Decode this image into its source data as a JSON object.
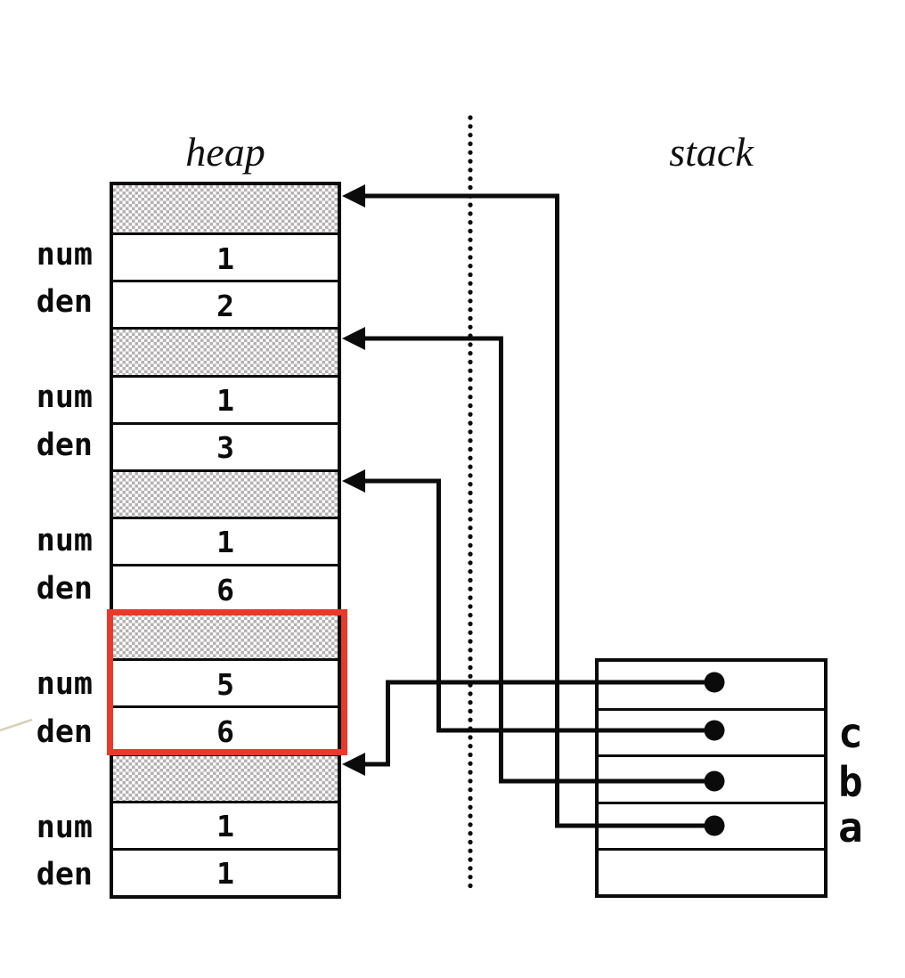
{
  "titles": {
    "heap": "heap",
    "stack": "stack"
  },
  "heap": {
    "rows": [
      {
        "kind": "header"
      },
      {
        "kind": "field",
        "label": "num",
        "value": "1"
      },
      {
        "kind": "field",
        "label": "den",
        "value": "2"
      },
      {
        "kind": "header"
      },
      {
        "kind": "field",
        "label": "num",
        "value": "1"
      },
      {
        "kind": "field",
        "label": "den",
        "value": "3"
      },
      {
        "kind": "header"
      },
      {
        "kind": "field",
        "label": "num",
        "value": "1"
      },
      {
        "kind": "field",
        "label": "den",
        "value": "6"
      },
      {
        "kind": "header",
        "highlighted": true
      },
      {
        "kind": "field",
        "label": "num",
        "value": "5",
        "highlighted": true
      },
      {
        "kind": "field",
        "label": "den",
        "value": "6",
        "highlighted": true
      },
      {
        "kind": "header"
      },
      {
        "kind": "field",
        "label": "num",
        "value": "1"
      },
      {
        "kind": "field",
        "label": "den",
        "value": "1"
      }
    ],
    "objects": [
      "1/2",
      "1/3",
      "1/6",
      "5/6",
      "1/1"
    ],
    "highlighted_object": "5/6"
  },
  "stack": {
    "rows": [
      {
        "kind": "pointer",
        "label": ""
      },
      {
        "kind": "pointer",
        "label": "c"
      },
      {
        "kind": "pointer",
        "label": "b"
      },
      {
        "kind": "pointer",
        "label": "a"
      },
      {
        "kind": "header",
        "label": ""
      }
    ]
  },
  "pointers": [
    {
      "from_slot": "unlabeled-top",
      "to_object": "1/1"
    },
    {
      "from_slot": "c",
      "to_object": "1/6"
    },
    {
      "from_slot": "b",
      "to_object": "1/3"
    },
    {
      "from_slot": "a",
      "to_object": "1/2"
    }
  ],
  "colors": {
    "highlight_red": "#e8392c",
    "hatch_gray": "#b4b1b1",
    "line_black": "#0b0b0b"
  }
}
